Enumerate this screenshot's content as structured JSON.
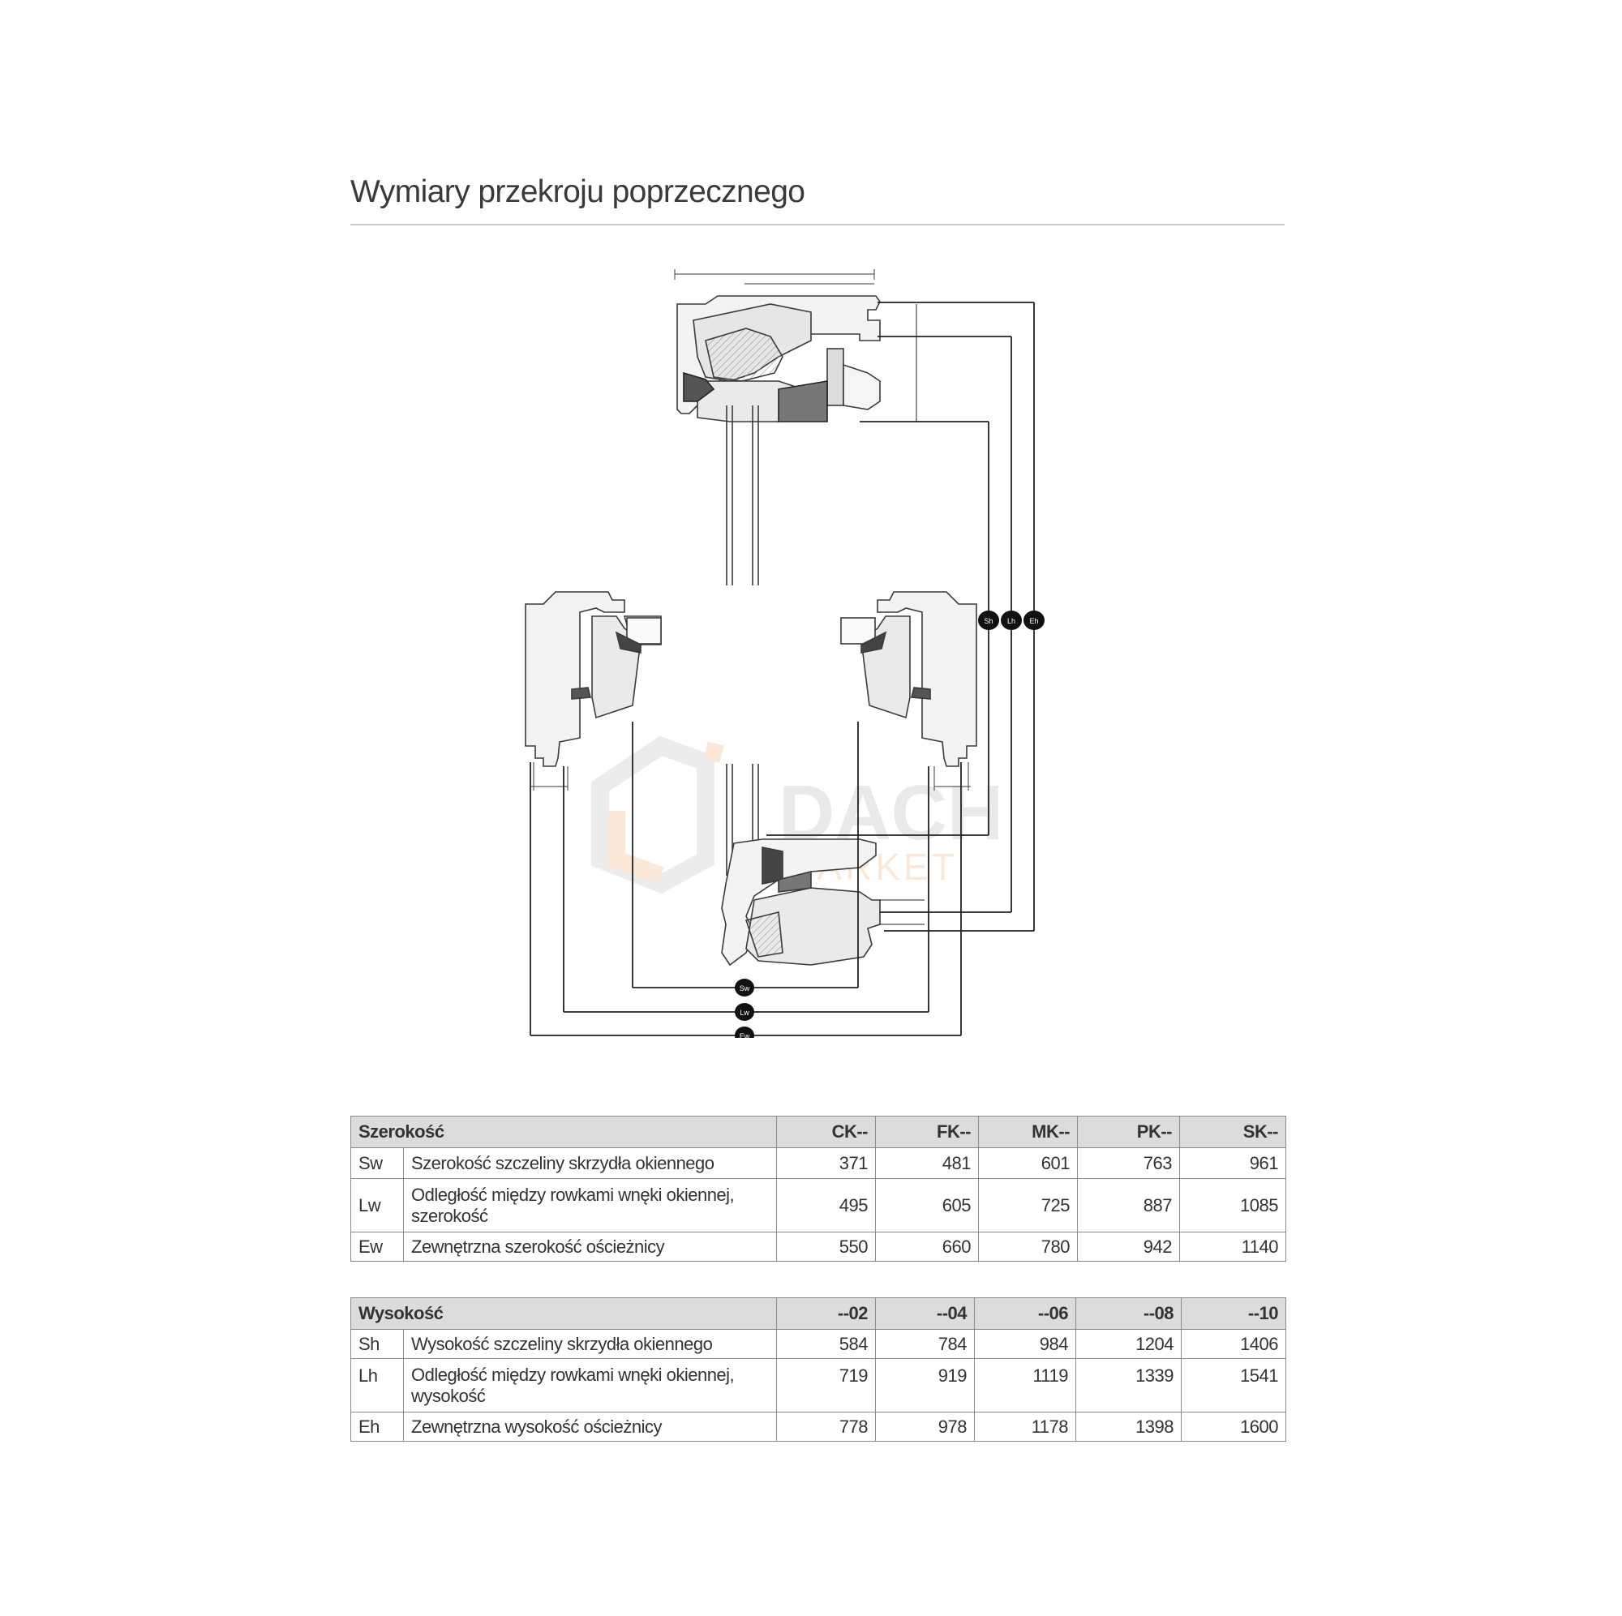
{
  "page": {
    "title": "Wymiary przekroju poprzecznego"
  },
  "watermark": {
    "line1": "DACH",
    "line2": "MARKET"
  },
  "diagram": {
    "markers": [
      "Sh",
      "Lh",
      "Eh",
      "Sw",
      "Lw",
      "Ew"
    ]
  },
  "width_table": {
    "header": "Szerokość",
    "columns": [
      "CK--",
      "FK--",
      "MK--",
      "PK--",
      "SK--"
    ],
    "rows": [
      {
        "code": "Sw",
        "label": "Szerokość szczeliny skrzydła okiennego",
        "values": [
          "371",
          "481",
          "601",
          "763",
          "961"
        ]
      },
      {
        "code": "Lw",
        "label": "Odległość między rowkami wnęki okiennej, szerokość",
        "values": [
          "495",
          "605",
          "725",
          "887",
          "1085"
        ]
      },
      {
        "code": "Ew",
        "label": "Zewnętrzna szerokość ościeżnicy",
        "values": [
          "550",
          "660",
          "780",
          "942",
          "1140"
        ]
      }
    ]
  },
  "height_table": {
    "header": "Wysokość",
    "columns": [
      "--02",
      "--04",
      "--06",
      "--08",
      "--10"
    ],
    "rows": [
      {
        "code": "Sh",
        "label": "Wysokość szczeliny skrzydła okiennego",
        "values": [
          "584",
          "784",
          "984",
          "1204",
          "1406"
        ]
      },
      {
        "code": "Lh",
        "label": "Odległość między rowkami wnęki okiennej, wysokość",
        "values": [
          "719",
          "919",
          "1119",
          "1339",
          "1541"
        ]
      },
      {
        "code": "Eh",
        "label": "Zewnętrzna wysokość ościeżnicy",
        "values": [
          "778",
          "978",
          "1178",
          "1398",
          "1600"
        ]
      }
    ]
  }
}
